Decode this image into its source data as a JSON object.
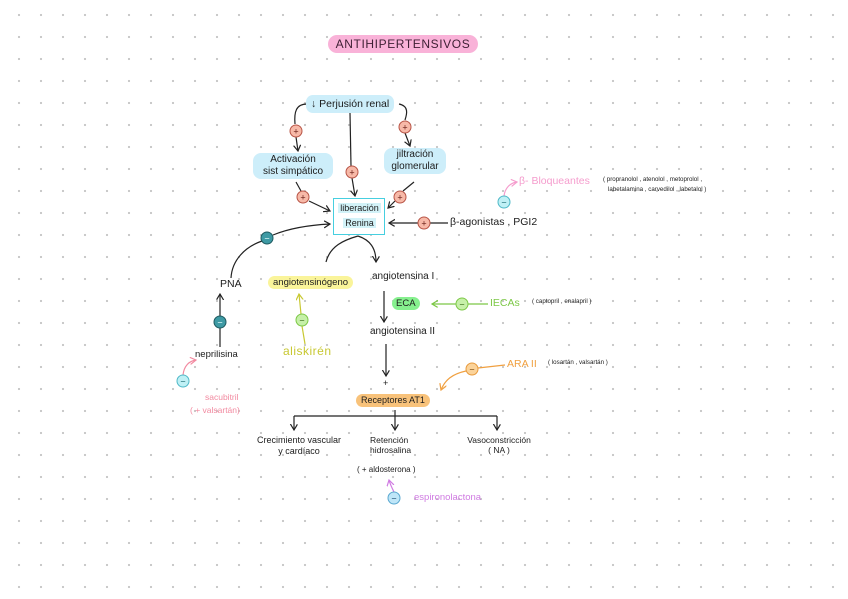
{
  "title": "ANTIHIPERTENSIVOS",
  "nodes": {
    "perfusion": "↓ Perjusión renal",
    "activacion_1": "Activación",
    "activacion_2": "sist simpático",
    "filtracion_1": "jiltración",
    "filtracion_2": "glomerular",
    "liberacion_1": "liberación",
    "liberacion_2": "Renina",
    "beta_agonistas": "β-agonistas , PGI2",
    "beta_bloqueantes": "β- Bloqueantes",
    "beta_bloq_drugs_1": "( propranolol , atenolol , metoprolol ,",
    "beta_bloq_drugs_2": "labetalamina , carvedilol , labetalol )",
    "pna": "PNA",
    "neprilisina": "neprilisina",
    "sacubitril": "sacubitril",
    "sacubitril_note": "( + valsartán)",
    "angiotensinogeno": "angiotensinógeno",
    "aliskiren": "aliskirén",
    "angiotensina_1": "angiotensina I",
    "eca": "ECA",
    "ieca": "IECAs",
    "ieca_drugs": "( captopril , enalapril )",
    "angiotensina_2": "angiotensina II",
    "ara2": "ARA II",
    "ara2_drugs": "( losartán , valsartán )",
    "receptores_plus": "+",
    "receptores": "Receptores AT1",
    "crecimiento_1": "Crecimiento vascular",
    "crecimiento_2": "y cardíaco",
    "retencion_1": "Retención",
    "retencion_2": "hidrosalina",
    "aldosterona": "( + aldosterona )",
    "vasoconstriccion_1": "Vasoconstricción",
    "vasoconstriccion_2": "( NA )",
    "espironolactona": "espironolactona"
  },
  "signs": {
    "plus": "+",
    "minus": "−"
  },
  "colors": {
    "title_highlight": "#f9b2d8",
    "node_highlight": "#cdeefa",
    "renin_box": "#46cfe0",
    "stimulus_circle": "#f7b9a8",
    "inhibitor_circle": "#bff0f5",
    "beta_bloqueantes": "#f59ccd",
    "ieca": "#7cc846",
    "eca_highlight": "#86f08e",
    "aliskiren": "#c8c832",
    "angiotensinogeno_highlight": "#faf49a",
    "ara2": "#f0a040",
    "receptores_highlight": "#f8c27a",
    "sacubitril": "#f28aa0",
    "espironolactona": "#d07be2"
  }
}
